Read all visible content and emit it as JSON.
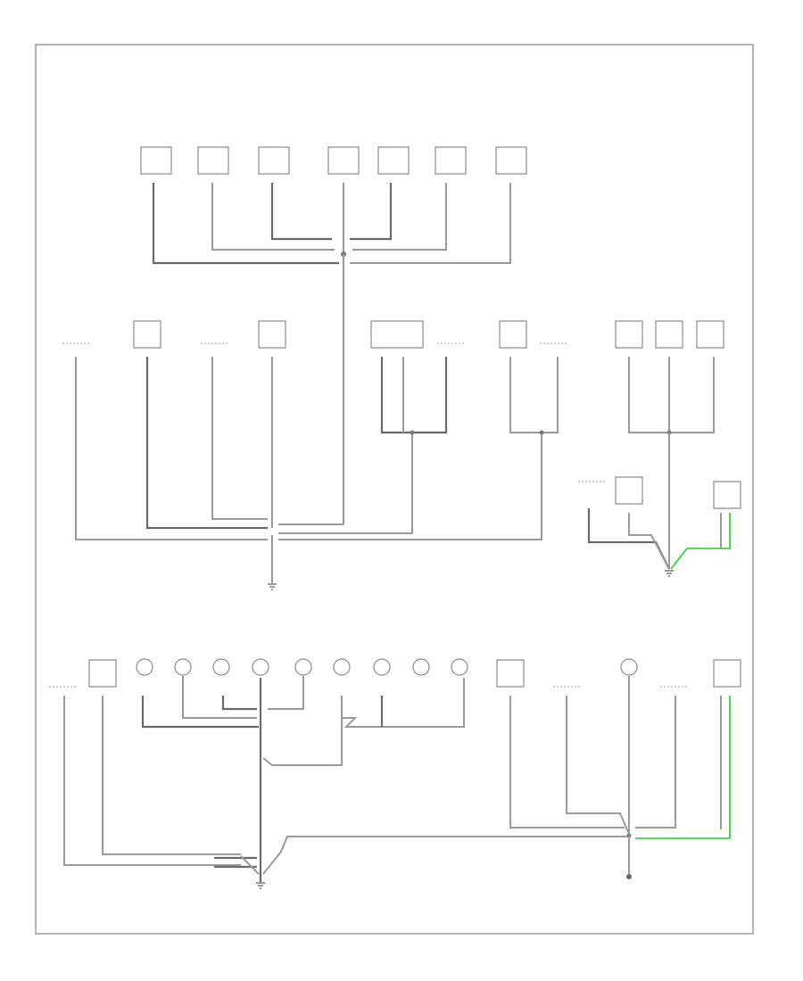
{
  "footer": {
    "code": ""
  },
  "ground_points": [
    {
      "id": "g1",
      "label": ""
    },
    {
      "id": "g2",
      "label": ""
    },
    {
      "id": "g3",
      "label": ""
    },
    {
      "id": "g4",
      "label": ""
    }
  ],
  "colors": {
    "wire": "#9a9a9a",
    "wire_dark": "#6a6a6a",
    "green": "#22cc22",
    "border": "#9a9a9a"
  }
}
